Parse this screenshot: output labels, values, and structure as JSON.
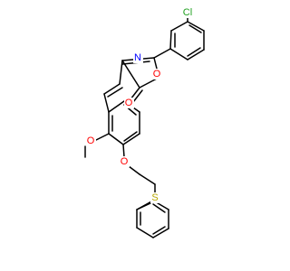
{
  "colors": {
    "bond": "#000000",
    "carbon": "#000000",
    "oxygen": "#ff0000",
    "nitrogen": "#0000ff",
    "sulfur": "#b8a800",
    "chlorine": "#1fa01f",
    "background": "#ffffff"
  },
  "atom_labels": {
    "cl": "Cl",
    "n": "N",
    "o_ring": "O",
    "o_carbonyl": "O",
    "o_methoxy": "O",
    "o_ether": "O",
    "s": "S"
  }
}
